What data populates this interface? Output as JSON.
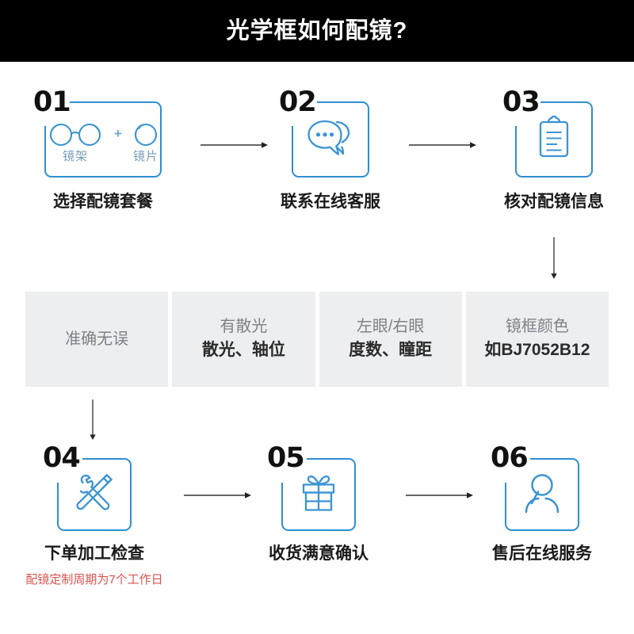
{
  "header": {
    "title": "光学框如何配镜?",
    "background": "#000000",
    "text_color": "#ffffff"
  },
  "theme": {
    "accent_blue": "#2f8fd0",
    "gray_cell_bg": "#eceef0",
    "note_red": "#d9534f",
    "arrow_color": "#333333"
  },
  "steps": [
    {
      "number": "01",
      "caption": "选择配镜套餐",
      "icon": "glasses-plus-lens-icon",
      "inner": {
        "frame_label": "镜架",
        "lens_label": "镜片",
        "separator": "+",
        "frame_icon": "eyeglasses-icon",
        "lens_icon": "lens-circle-icon"
      }
    },
    {
      "number": "02",
      "caption": "联系在线客服",
      "icon": "chat-bubbles-icon"
    },
    {
      "number": "03",
      "caption": "核对配镜信息",
      "icon": "clipboard-icon"
    },
    {
      "number": "04",
      "caption": "下单加工检查",
      "icon": "tools-hammer-wrench-icon",
      "note": "配镜定制周期为7个工作日"
    },
    {
      "number": "05",
      "caption": "收货满意确认",
      "icon": "gift-box-icon"
    },
    {
      "number": "06",
      "caption": "售后在线服务",
      "icon": "person-service-icon"
    }
  ],
  "info_cells": [
    {
      "top": "",
      "bottom": "",
      "single": "准确无误"
    },
    {
      "top": "有散光",
      "bottom": "散光、轴位",
      "single": ""
    },
    {
      "top": "左眼/右眼",
      "bottom": "度数、瞳距",
      "single": ""
    },
    {
      "top": "镜框颜色",
      "bottom": "如BJ7052B12",
      "single": ""
    }
  ],
  "arrows": [
    {
      "name": "arrow-step1-to-step2",
      "direction": "right"
    },
    {
      "name": "arrow-step2-to-step3",
      "direction": "right"
    },
    {
      "name": "arrow-step3-to-info",
      "direction": "down"
    },
    {
      "name": "arrow-info-to-step4",
      "direction": "down"
    },
    {
      "name": "arrow-step4-to-step5",
      "direction": "right"
    },
    {
      "name": "arrow-step5-to-step6",
      "direction": "right"
    }
  ]
}
